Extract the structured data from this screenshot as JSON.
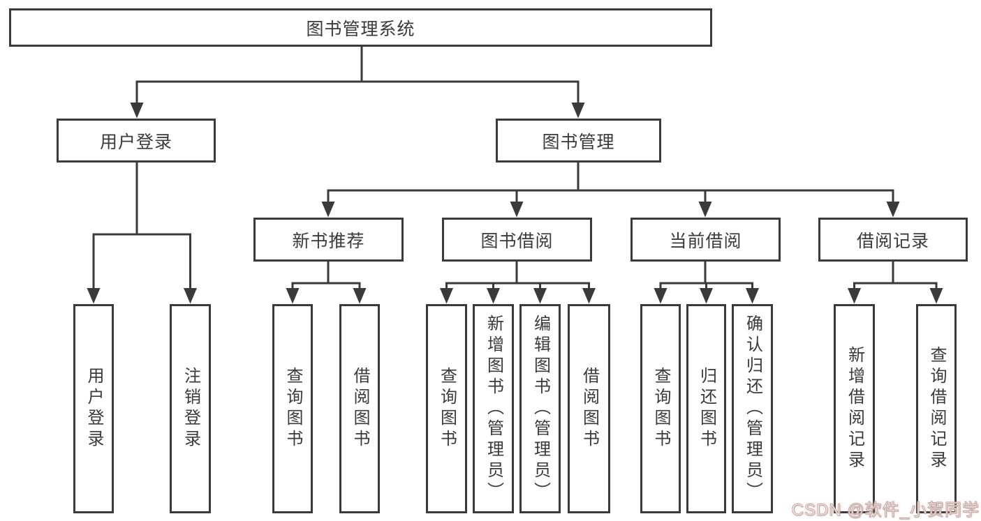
{
  "diagram": {
    "root": {
      "label": "图书管理系统"
    },
    "branches": [
      {
        "label": "用户登录",
        "children": [
          {
            "label": "用户登录"
          },
          {
            "label": "注销登录"
          }
        ]
      },
      {
        "label": "图书管理",
        "children": [
          {
            "label": "新书推荐",
            "children": [
              {
                "label": "查询图书"
              },
              {
                "label": "借阅图书"
              }
            ]
          },
          {
            "label": "图书借阅",
            "children": [
              {
                "label": "查询图书"
              },
              {
                "label": "新增图书（管理员）"
              },
              {
                "label": "编辑图书（管理员）"
              },
              {
                "label": "借阅图书"
              }
            ]
          },
          {
            "label": "当前借阅",
            "children": [
              {
                "label": "查询图书"
              },
              {
                "label": "归还图书"
              },
              {
                "label": "确认归还（管理员）"
              }
            ]
          },
          {
            "label": "借阅记录",
            "children": [
              {
                "label": "新增借阅记录"
              },
              {
                "label": "查询借阅记录"
              }
            ]
          }
        ]
      }
    ]
  },
  "watermark": {
    "text": "CSDN @软件_小贺同学"
  },
  "colors": {
    "line": "#3a3a3a",
    "box_border": "#3a3a3a",
    "text": "#3a3a3a",
    "background": "#ffffff",
    "watermark_fill": "#ffffff",
    "watermark_edge": "#bfa39e"
  }
}
